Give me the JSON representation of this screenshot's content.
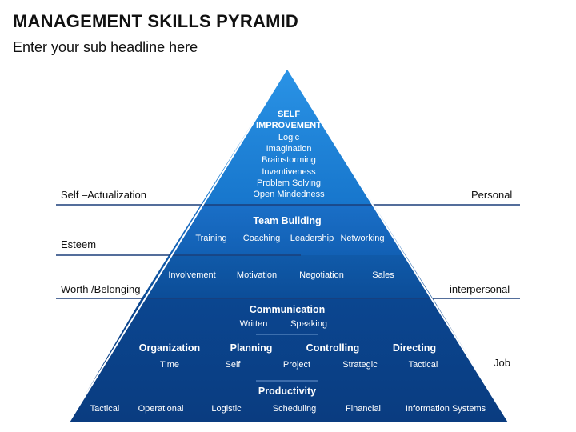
{
  "header": {
    "title": "MANAGEMENT SKILLS PYRAMID",
    "subtitle": "Enter your sub headline here"
  },
  "side_labels": {
    "left": [
      "Self –Actualization",
      "Esteem",
      "Worth /Belonging"
    ],
    "right": [
      "Personal",
      "interpersonal",
      "Job"
    ]
  },
  "tiers": {
    "top": {
      "heading": [
        "SELF",
        "IMPROVEMENT"
      ],
      "items": [
        "Logic",
        "Imagination",
        "Brainstorming",
        "Inventiveness",
        "Problem Solving",
        "Open Mindedness"
      ]
    },
    "team": {
      "heading": "Team Building",
      "items": [
        "Training",
        "Coaching",
        "Leadership",
        "Networking"
      ]
    },
    "middle": {
      "items": [
        "Involvement",
        "Motivation",
        "Negotiation",
        "Sales"
      ]
    },
    "base": {
      "communication": {
        "heading": "Communication",
        "items": [
          "Written",
          "Speaking"
        ]
      },
      "functions": [
        "Organization",
        "Planning",
        "Controlling",
        "Directing"
      ],
      "function_items": [
        "Time",
        "Self",
        "Project",
        "Strategic",
        "Tactical"
      ],
      "productivity": {
        "heading": "Productivity",
        "items": [
          "Tactical",
          "Operational",
          "Logistic",
          "Scheduling",
          "Financial",
          "Information Systems"
        ]
      }
    }
  },
  "colors": {
    "top": "#1f86d9",
    "team": "#1565bd",
    "middle": "#0d4f9a",
    "base": "#0a3f86",
    "edge": "#ffffff",
    "rule": "#1b3f7a"
  }
}
